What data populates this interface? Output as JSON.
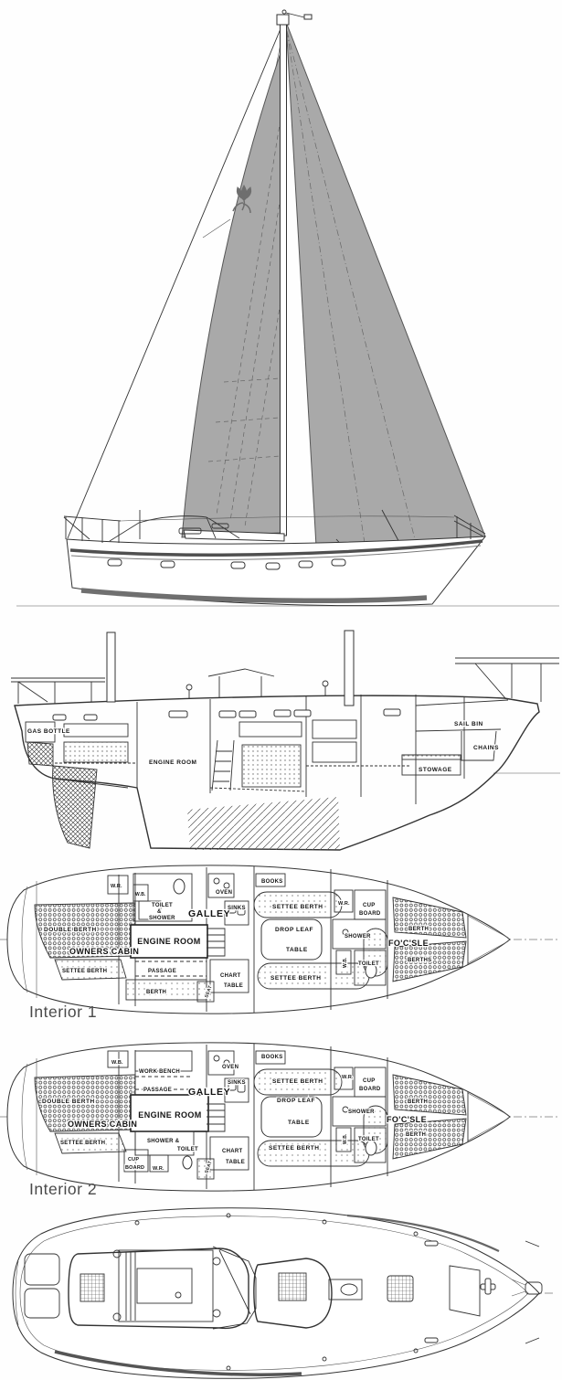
{
  "colors": {
    "sail": "#a9a9a9",
    "line": "#333333",
    "stripe": "#5f5f5f",
    "boot": "#6f6f6f",
    "emblem": "#6e6e6e",
    "caption": "#4a4a4a"
  },
  "captions": {
    "interior1": "Interior 1",
    "interior2": "Interior 2"
  },
  "profile": {
    "labels": {
      "gas_bottle": "GAS BOTTLE",
      "engine_room": "ENGINE ROOM",
      "sail_bin": "SAIL BIN",
      "chains": "CHAINS",
      "stowage": "STOWAGE"
    }
  },
  "interior1": {
    "labels": {
      "wr_aft": "W.R.",
      "wb_aft": "W.B.",
      "toilet_line1": "TOILET",
      "toilet_line2": "&",
      "toilet_line3": "SHOWER",
      "galley": "GALLEY",
      "oven": "OVEN",
      "sinks": "SINKS",
      "books": "BOOKS",
      "settee_berth_stbd": "SETTEE BERTH",
      "drop_leaf_line1": "DROP LEAF",
      "drop_leaf_line2": "TABLE",
      "settee_berth_port": "SETTEE BERTH",
      "chart_line1": "CHART",
      "chart_line2": "TABLE",
      "seat": "SEAT",
      "wr_fwd": "W.R.",
      "cup_line1": "CUP",
      "cup_line2": "BOARD",
      "shower_fwd": "SHOWER",
      "wb_fwd": "W.B.",
      "toilet_fwd": "TOILET",
      "double_berth": "DOUBLE BERTH",
      "owners_cabin": "OWNERS CABIN",
      "engine_room": "ENGINE ROOM",
      "passage": "PASSAGE",
      "settee_berth_aft": "SETTEE BERTH",
      "berth_aft": "BERTH",
      "focsle": "FO'C'SLE",
      "berth_fwd": "BERTH",
      "berths_fwd": "BERTHS"
    }
  },
  "interior2": {
    "labels": {
      "wb_aft": "W.B.",
      "work_bench": "WORK BENCH",
      "passage": "PASSAGE",
      "galley": "GALLEY",
      "oven": "OVEN",
      "sinks": "SINKS",
      "books": "BOOKS",
      "settee_berth_stbd": "SETTEE BERTH",
      "drop_leaf_line1": "DROP LEAF",
      "drop_leaf_line2": "TABLE",
      "settee_berth_port": "SETTEE BERTH",
      "chart_line1": "CHART",
      "chart_line2": "TABLE",
      "seat": "SEAT",
      "wr_fwd": "W.R.",
      "cup_fwd_line1": "CUP",
      "cup_fwd_line2": "BOARD",
      "shower_fwd": "SHOWER",
      "wb_fwd": "W.B.",
      "toilet_fwd": "TOILET",
      "double_berth": "DOUBLE BERTH",
      "owners_cabin": "OWNERS CABIN",
      "engine_room": "ENGINE ROOM",
      "settee_berth_aft": "SETTEE BERTH",
      "shower_toilet_line1": "SHOWER &",
      "shower_toilet_line2": "TOILET",
      "cup_aft_line1": "CUP",
      "cup_aft_line2": "BOARD",
      "wr_aft": "W.R.",
      "focsle": "FO'C'SLE",
      "berth_fwd_top": "BERTH",
      "berth_fwd_btm": "BERTH"
    }
  }
}
